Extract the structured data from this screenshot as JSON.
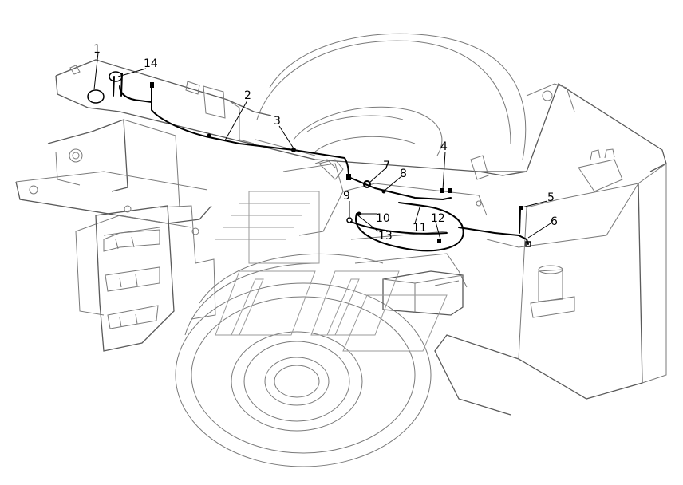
{
  "callouts": [
    {
      "id": "1",
      "label": "1"
    },
    {
      "id": "2",
      "label": "2"
    },
    {
      "id": "3",
      "label": "3"
    },
    {
      "id": "4",
      "label": "4"
    },
    {
      "id": "5",
      "label": "5"
    },
    {
      "id": "6",
      "label": "6"
    },
    {
      "id": "7",
      "label": "7"
    },
    {
      "id": "8",
      "label": "8"
    },
    {
      "id": "9",
      "label": "9"
    },
    {
      "id": "10",
      "label": "10"
    },
    {
      "id": "11",
      "label": "11"
    },
    {
      "id": "12",
      "label": "12"
    },
    {
      "id": "13",
      "label": "13"
    },
    {
      "id": "14",
      "label": "14"
    }
  ],
  "colors": {
    "line": "#7a7a7a",
    "wire": "#000000",
    "background": "#ffffff"
  }
}
